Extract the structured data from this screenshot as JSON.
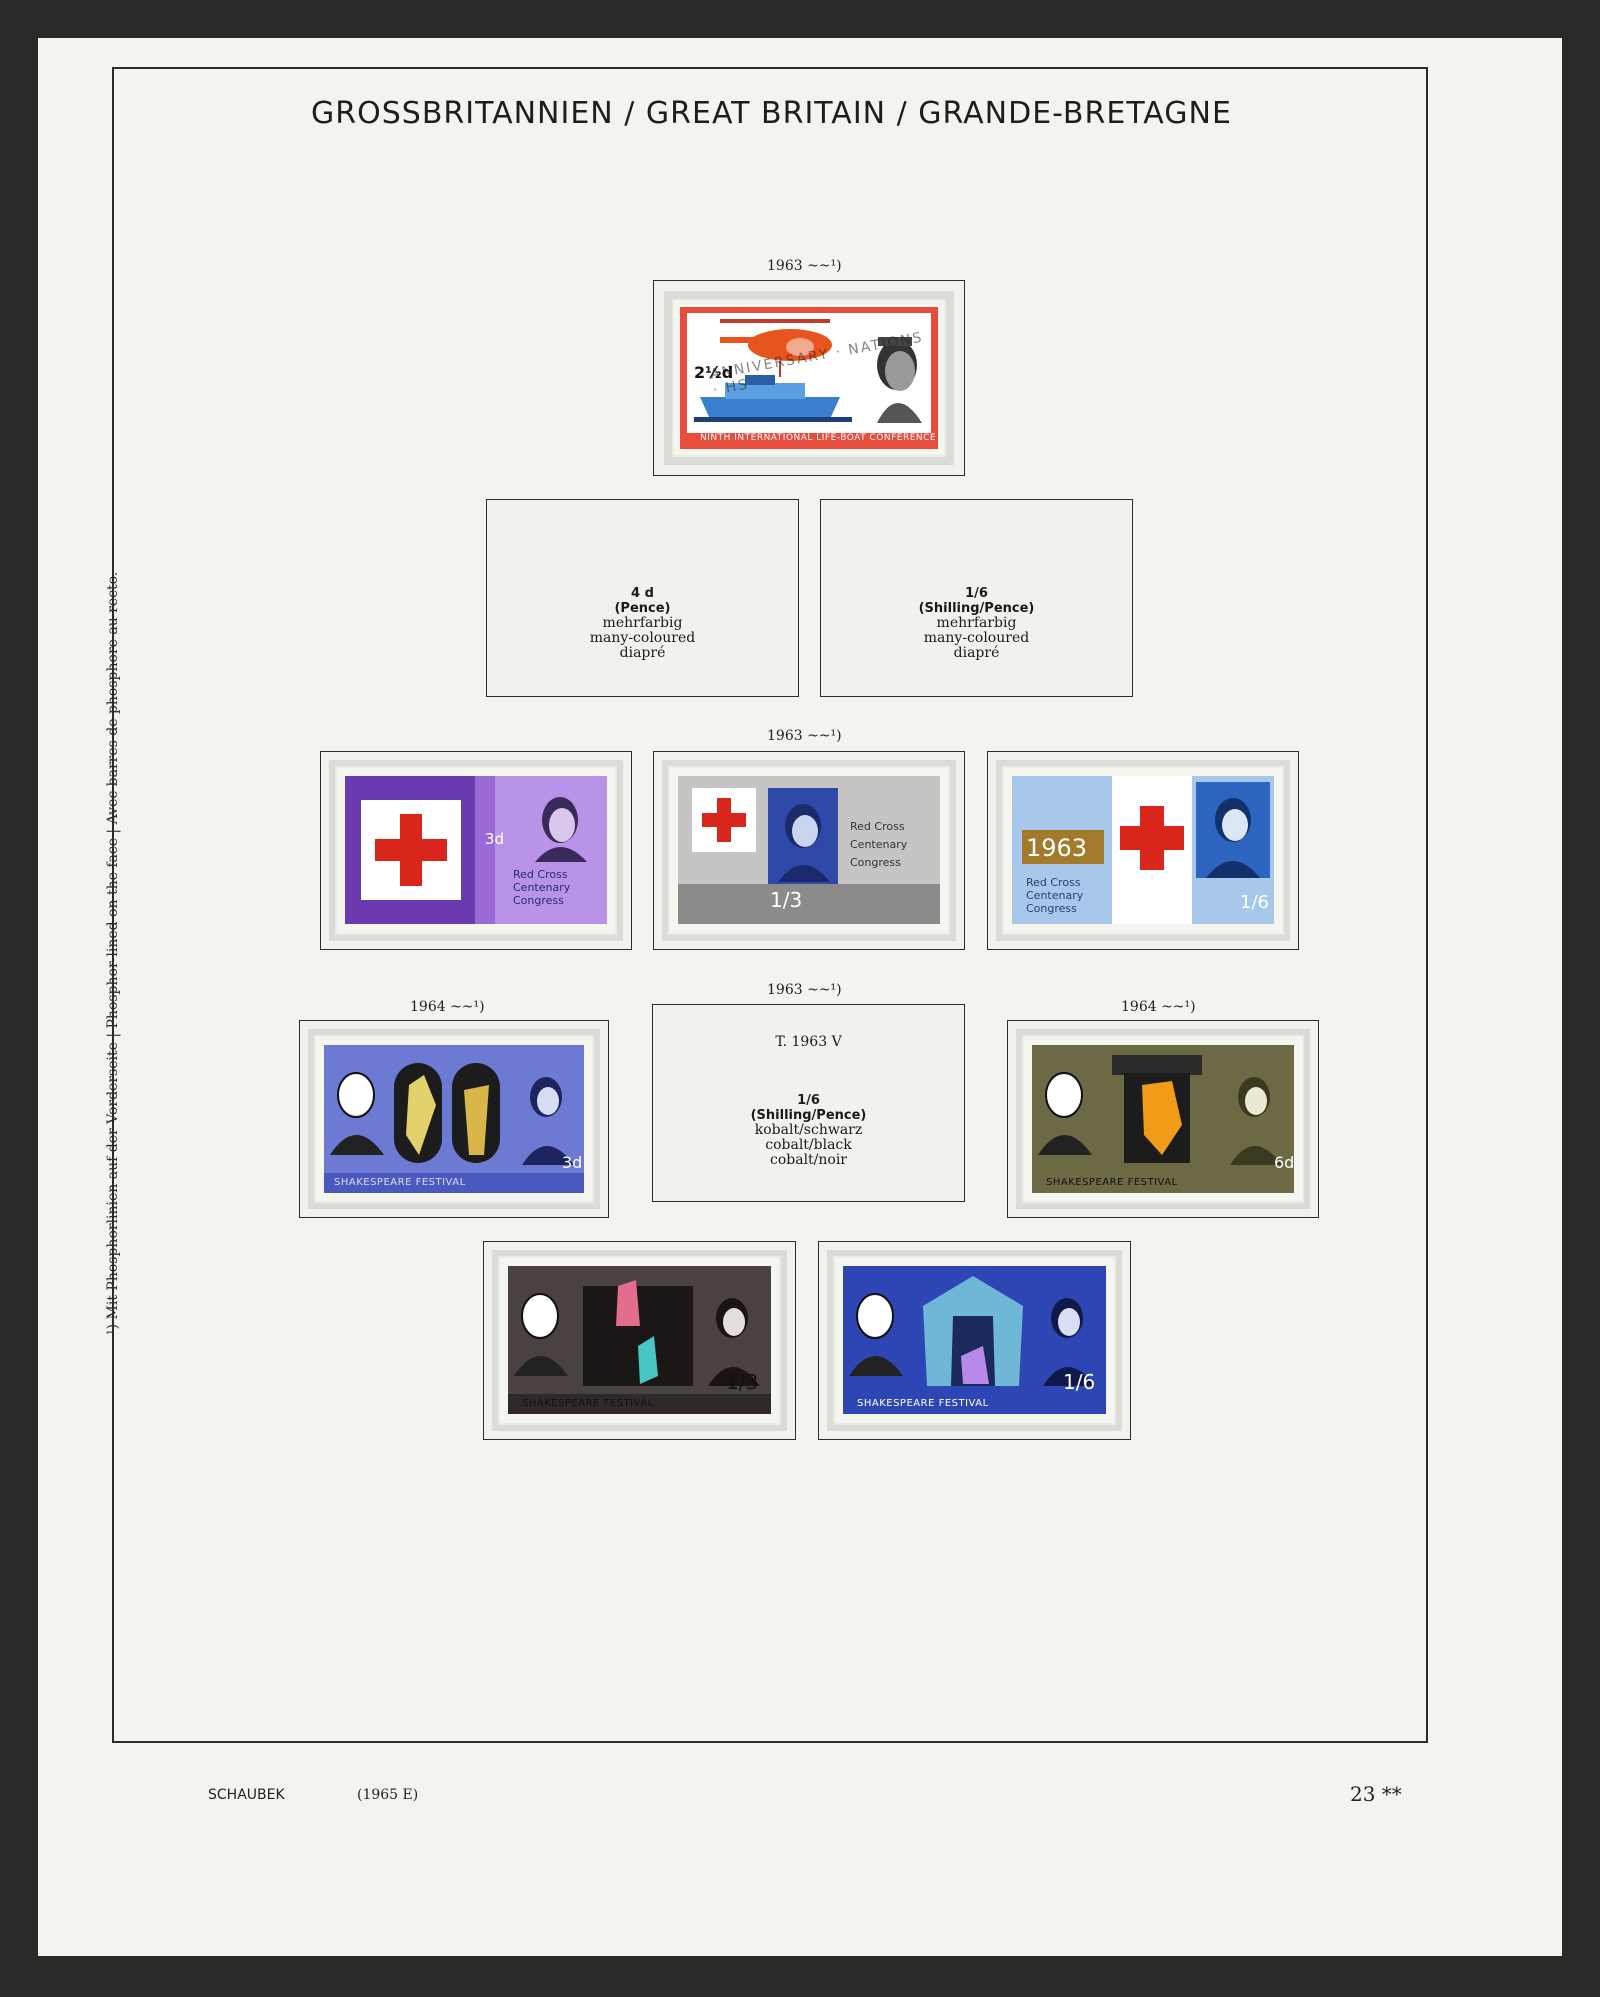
{
  "page": {
    "title": "GROSSBRITANNIEN ∕ GREAT BRITAIN ∕ GRANDE-BRETAGNE",
    "side_note": "¹) Mit Phosphorlinien auf der Vorderseite | Phosphor-lined on the face | Avec barres de phosphore au recto."
  },
  "captions": {
    "row1": "1963 ~~¹)",
    "row3": "1963 ~~¹)",
    "row4_left": "1964 ~~¹)",
    "row4_mid": "1963 ~~¹)",
    "row4_right": "1964 ~~¹)"
  },
  "placeholders": {
    "p1": {
      "line1": "4 d",
      "line2": "(Pence)",
      "line3": "mehrfarbig",
      "line4": "many-coloured",
      "line5": "diapré"
    },
    "p2": {
      "line1": "1/6",
      "line2": "(Shilling/Pence)",
      "line3": "mehrfarbig",
      "line4": "many-coloured",
      "line5": "diapré"
    },
    "p3": {
      "ref": "T. 1963 V",
      "line1": "1/6",
      "line2": "(Shilling/Pence)",
      "line3": "kobalt/schwarz",
      "line4": "cobalt/black",
      "line5": "cobalt/noir"
    }
  },
  "stamps": {
    "lifeboat": {
      "value": "2½d",
      "legend": "NINTH INTERNATIONAL LIFE-BOAT CONFERENCE",
      "postmark": "ANNIVERSARY · NATIONS · HS"
    },
    "rc1": {
      "value": "3d",
      "legend1": "Red Cross",
      "legend2": "Centenary",
      "legend3": "Congress"
    },
    "rc2": {
      "value": "1/3",
      "legend1": "Red Cross",
      "legend2": "Centenary",
      "legend3": "Congress"
    },
    "rc3": {
      "value": "1/6",
      "year": "1963",
      "legend1": "Red Cross",
      "legend2": "Centenary",
      "legend3": "Congress"
    },
    "sh1": {
      "value": "3d",
      "legend": "SHAKESPEARE FESTIVAL"
    },
    "sh2": {
      "value": "6d",
      "legend": "SHAKESPEARE FESTIVAL"
    },
    "sh3": {
      "value": "1/3",
      "legend": "SHAKESPEARE FESTIVAL"
    },
    "sh4": {
      "value": "1/6",
      "legend": "SHAKESPEARE FESTIVAL"
    }
  },
  "footer": {
    "publisher": "SCHAUBEK",
    "edition": "(1965 E)",
    "page_number": "23 **"
  },
  "colors": {
    "page": "#f3f4f0",
    "border": "#2b2b2b",
    "red": "#d8261c",
    "violet": "#8b5fc9",
    "blue": "#3558b5",
    "olive": "#6c6a44",
    "shakespeare_blue": "#3b4fb8"
  }
}
